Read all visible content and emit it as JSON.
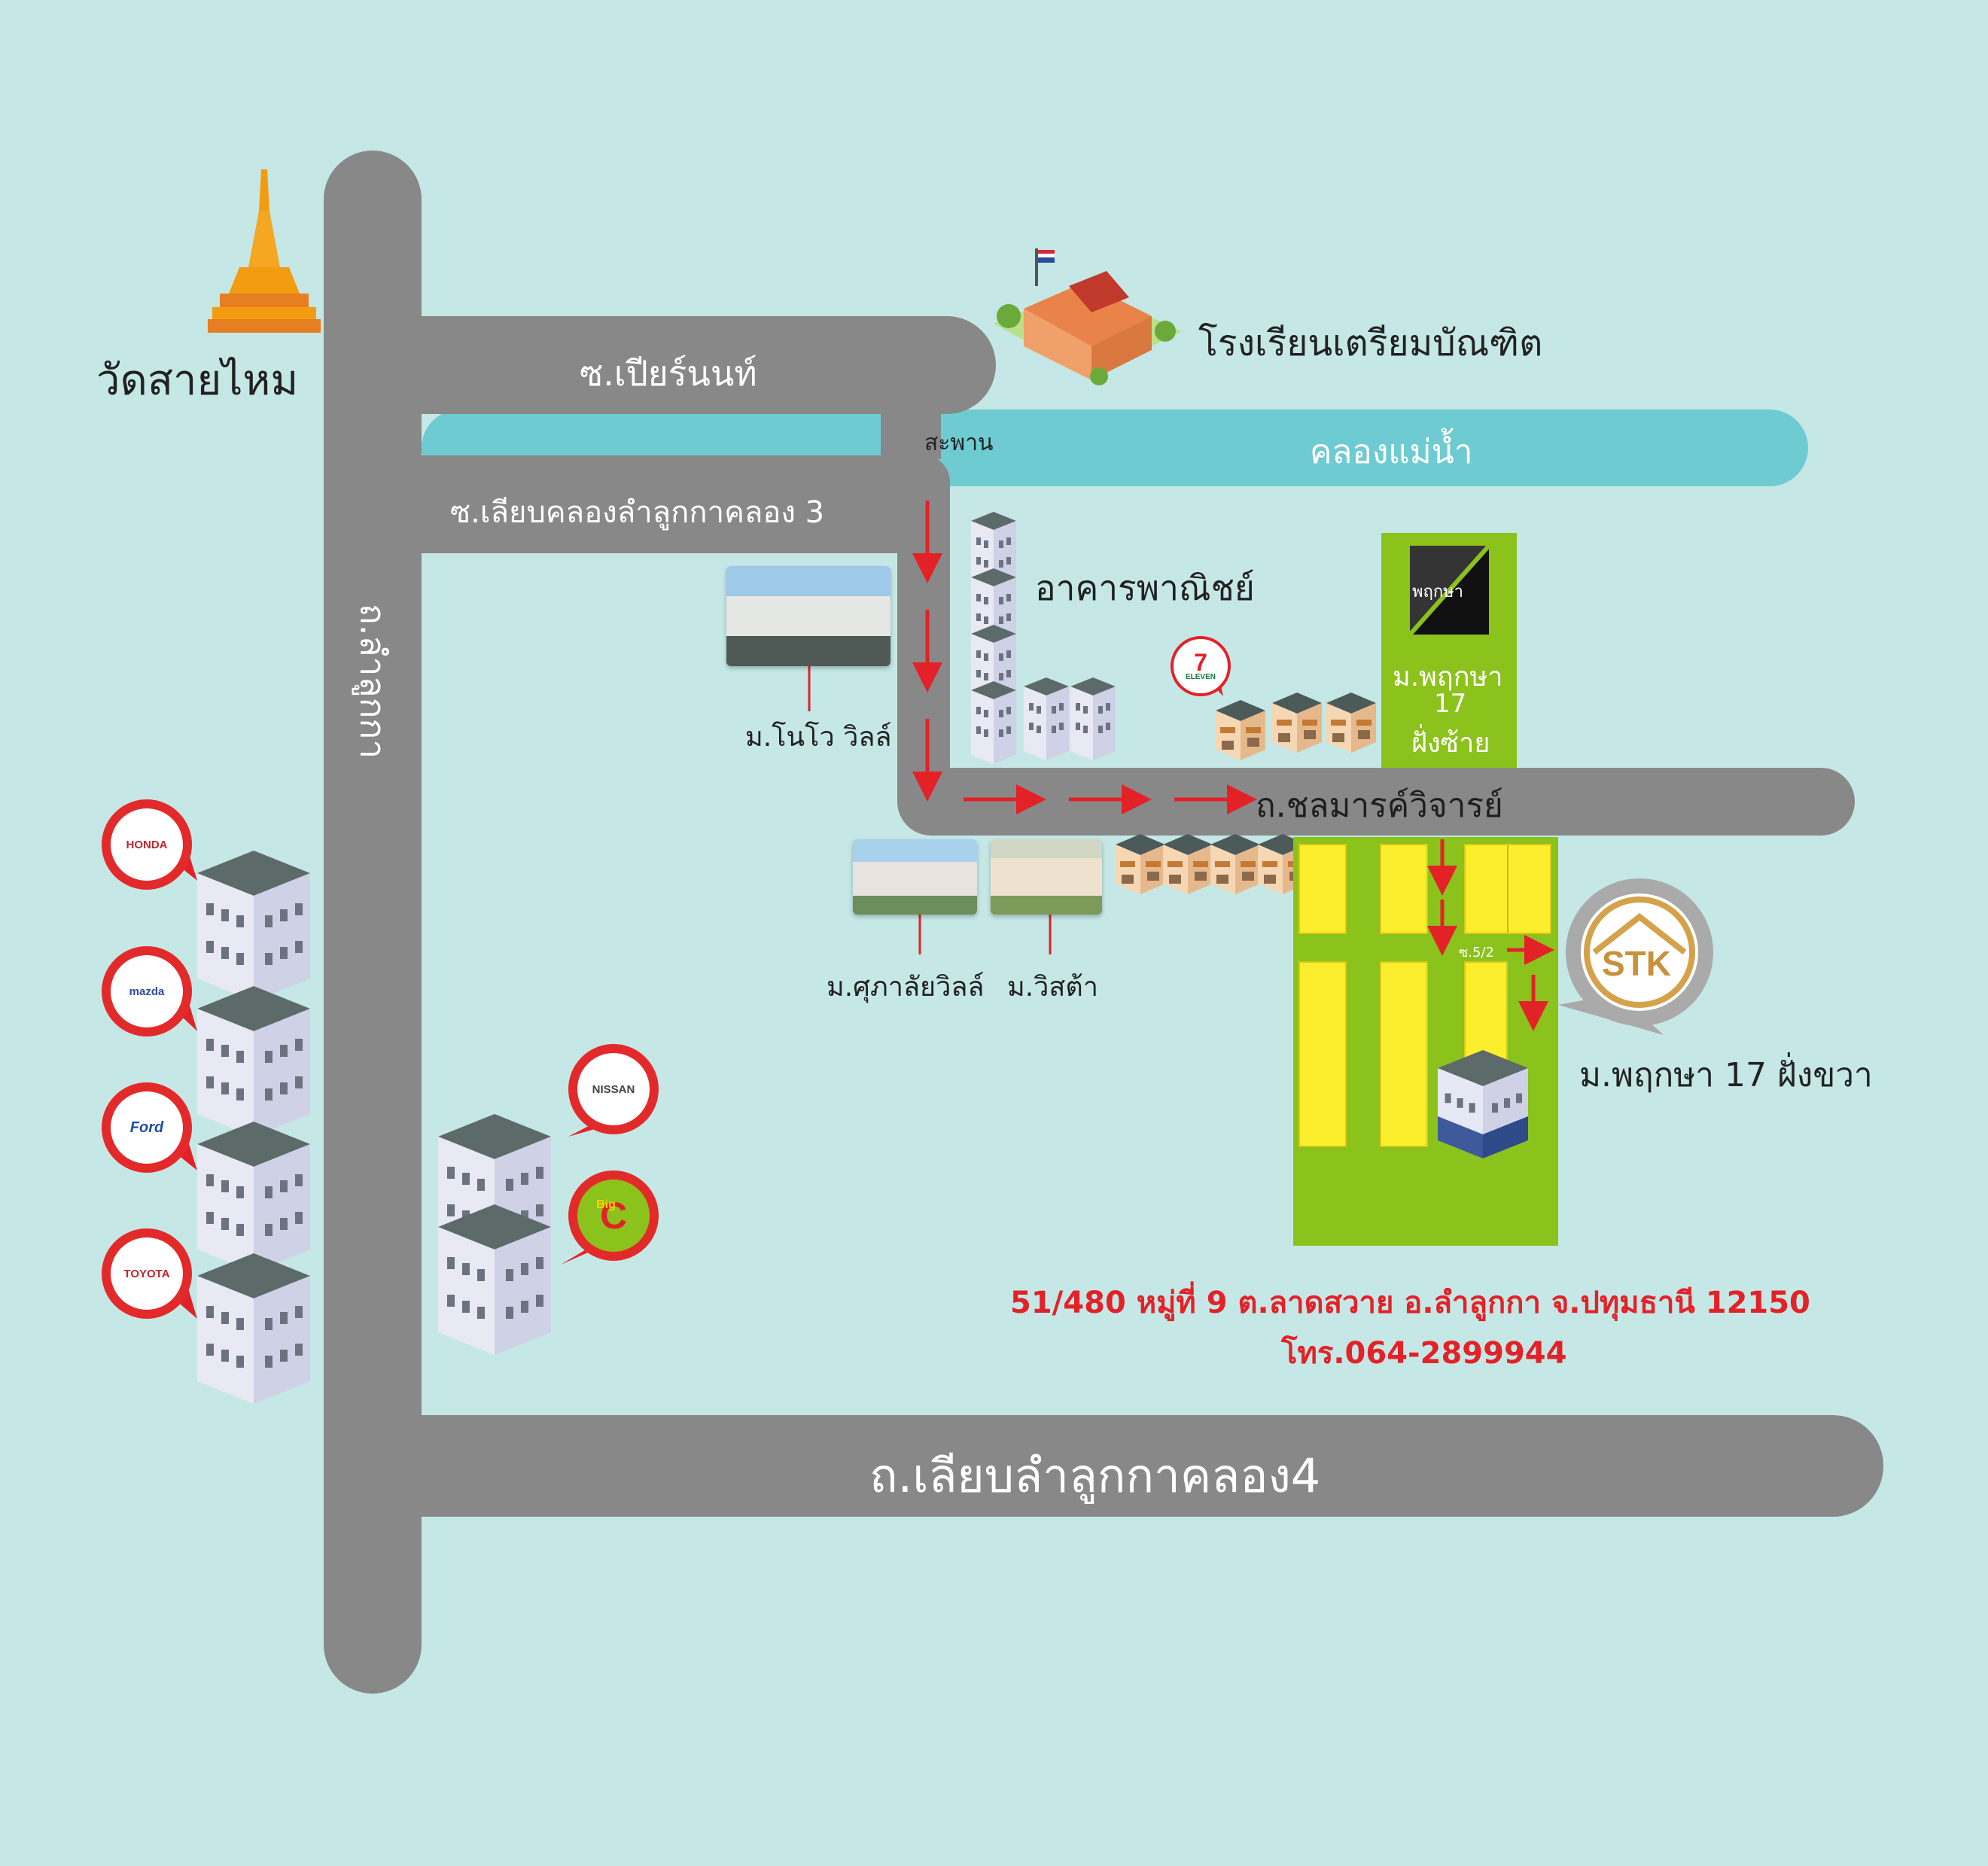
{
  "colors": {
    "background": "#c5e8e6",
    "road": "#888888",
    "river": "#6ecbd1",
    "lot_green": "#8bc21c",
    "lot_yellow": "#fbee2c",
    "arrow": "#e32228",
    "address": "#e32228",
    "temple": "#f39c12"
  },
  "landmarks": {
    "temple": "วัดสายไหม",
    "school": "โรงเรียนเตรียมบัณฑิต",
    "commercial": "อาคารพาณิชย์",
    "bridge": "สะพาน",
    "river": "คลองแม่น้ำ"
  },
  "roads": {
    "main_vertical": "ถ.ลำลูกกา",
    "soi_pier": "ซ.เปียร์นนท์",
    "soi_klong3": "ซ.เลียบคลองลำลูกกาคลอง 3",
    "chonmarn": "ถ.ชลมารค์วิจารย์",
    "klong4": "ถ.เลียบลำลูกกาคลอง4",
    "soi_52": "ซ.5/2"
  },
  "villages": {
    "novo": "ม.โนโว วิลล์",
    "suphalai": "ม.ศุภาลัยวิลล์",
    "vista": "ม.วิสต้า",
    "pruksa_left": [
      "ม.พฤกษา",
      "17",
      "ฝั่งซ้าย"
    ],
    "pruksa_right": "ม.พฤกษา 17 ฝั่งขวา"
  },
  "brands": {
    "honda": "HONDA",
    "mazda": "mazda",
    "ford": "Ford",
    "toyota": "TOYOTA",
    "nissan": "NISSAN",
    "bigc_big": "Big",
    "bigc_c": "C",
    "seven": "ELEVEN",
    "seven_num": "7",
    "pruksa_logo": "พฤกษา",
    "stk": "STK"
  },
  "contact": {
    "address": "51/480 หมู่ที่ 9 ต.ลาดสวาย อ.ลำลูกกา จ.ปทุมธานี 12150",
    "phone": "โทร.064-2899944"
  }
}
